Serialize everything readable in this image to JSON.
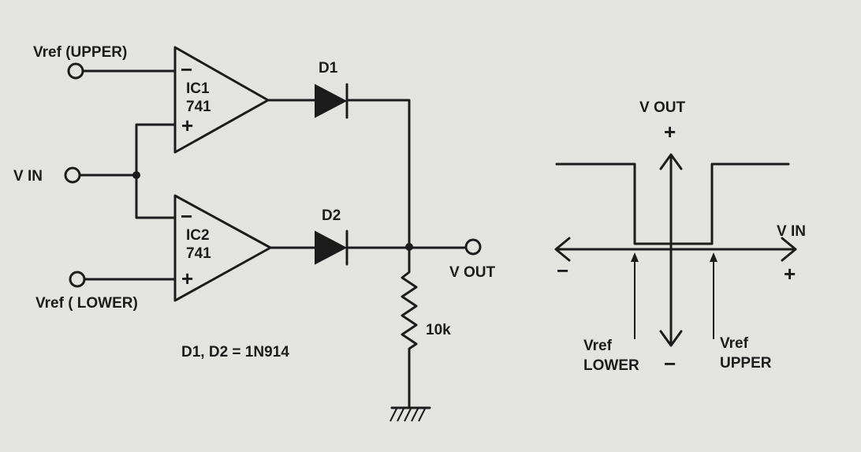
{
  "circuit": {
    "ic1": {
      "label": "IC1",
      "type": "741",
      "inv": "−",
      "noninv": "+"
    },
    "ic2": {
      "label": "IC2",
      "type": "741",
      "inv": "−",
      "noninv": "+"
    },
    "vref_upper": "Vref (UPPER)",
    "vref_lower": "Vref ( LOWER)",
    "vin": "V IN",
    "vout": "V OUT",
    "d1": "D1",
    "d2": "D2",
    "diode_note": "D1, D2 = 1N914",
    "resistor": "10k"
  },
  "graph": {
    "vout_axis": "V OUT",
    "vout_plus": "+",
    "vin_axis": "V IN",
    "vin_plus": "+",
    "vin_minus": "−",
    "vref_lower_1": "Vref",
    "vref_lower_2": "LOWER",
    "vref_lower_minus": "−",
    "vref_upper_1": "Vref",
    "vref_upper_2": "UPPER"
  },
  "colors": {
    "ink": "#1c1c1c",
    "paper": "#e3e3e0"
  }
}
